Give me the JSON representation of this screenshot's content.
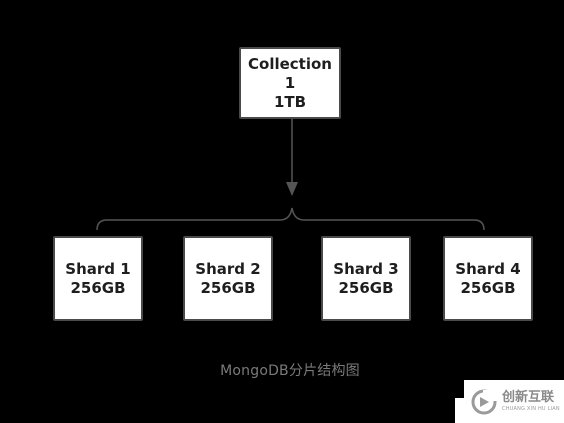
{
  "diagram": {
    "root": {
      "lines": [
        "Collection",
        "1",
        "1TB"
      ]
    },
    "shards": [
      {
        "lines": [
          "Shard 1",
          "256GB"
        ]
      },
      {
        "lines": [
          "Shard 2",
          "256GB"
        ]
      },
      {
        "lines": [
          "Shard 3",
          "256GB"
        ]
      },
      {
        "lines": [
          "Shard 4",
          "256GB"
        ]
      }
    ],
    "caption": "MongoDB分片结构图"
  },
  "watermark": {
    "name": "创新互联",
    "subtitle": "CHUANG XIN HU LIAN"
  },
  "colors": {
    "background": "#000000",
    "node_fill": "#ffffff",
    "node_border": "#4a4a4a",
    "connector": "#555555",
    "caption": "#7a7a7a"
  }
}
